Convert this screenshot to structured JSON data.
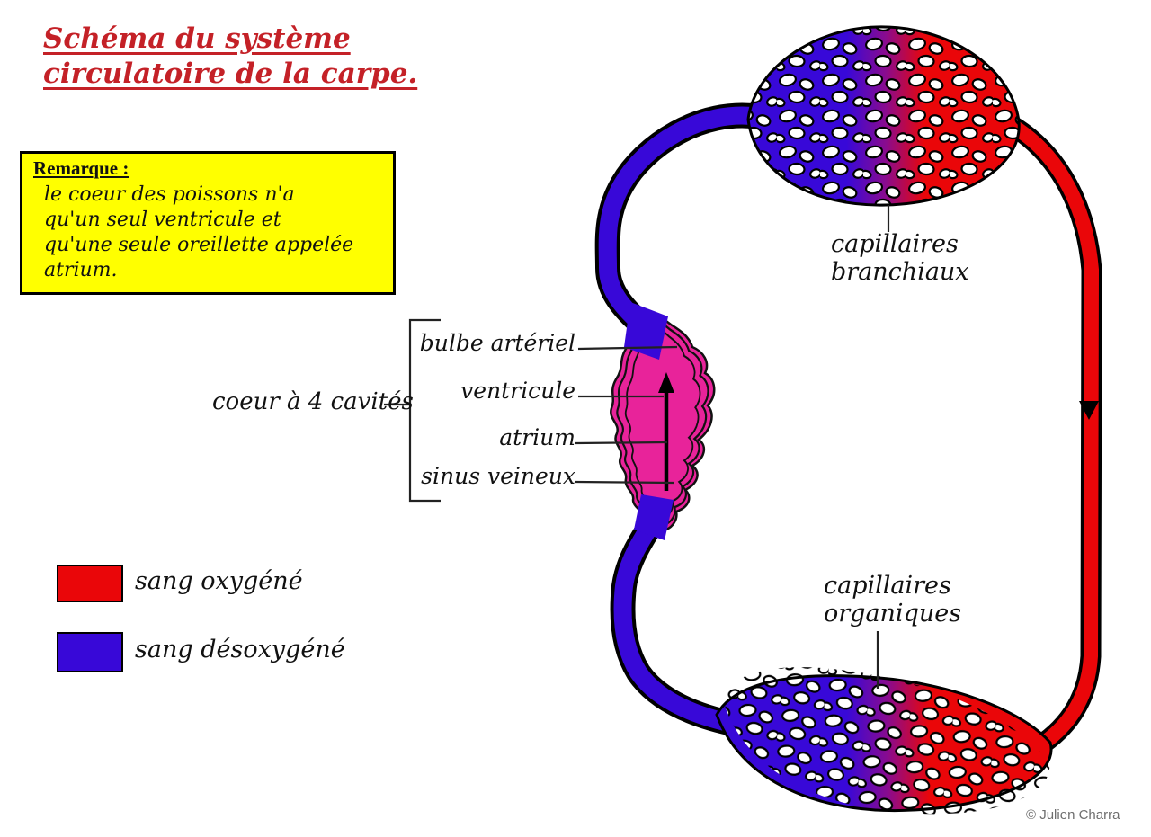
{
  "title": {
    "line1": "Schéma du système",
    "line2": "circulatoire de la carpe."
  },
  "note": {
    "heading": "Remarque :",
    "body": "le coeur des poissons n'a qu'un seul ventricule et qu'une seule oreillette appelée atrium."
  },
  "heart": {
    "group_label": "coeur à 4 cavités",
    "parts": [
      {
        "label": "bulbe artériel"
      },
      {
        "label": "ventricule"
      },
      {
        "label": "atrium"
      },
      {
        "label": "sinus veineux"
      }
    ]
  },
  "capillaries": {
    "gills": {
      "line1": "capillaires",
      "line2": "branchiaux"
    },
    "organs": {
      "line1": "capillaires",
      "line2": "organiques"
    }
  },
  "legend": {
    "items": [
      {
        "label": "sang oxygéné",
        "color": "#EA0609"
      },
      {
        "label": "sang désoxygéné",
        "color": "#3808D8"
      }
    ]
  },
  "credit": "© Julien Charra",
  "colors": {
    "oxygenated": "#EA0609",
    "deoxygenated": "#3808D8",
    "mixed": "#8A0B8E",
    "heart_wall_outer": "#E8239A",
    "heart_wall_inner": "#F9B8DF",
    "note_bg": "#FFFF00",
    "title_red": "#C42127",
    "credit_gray": "#6E6E6E"
  }
}
